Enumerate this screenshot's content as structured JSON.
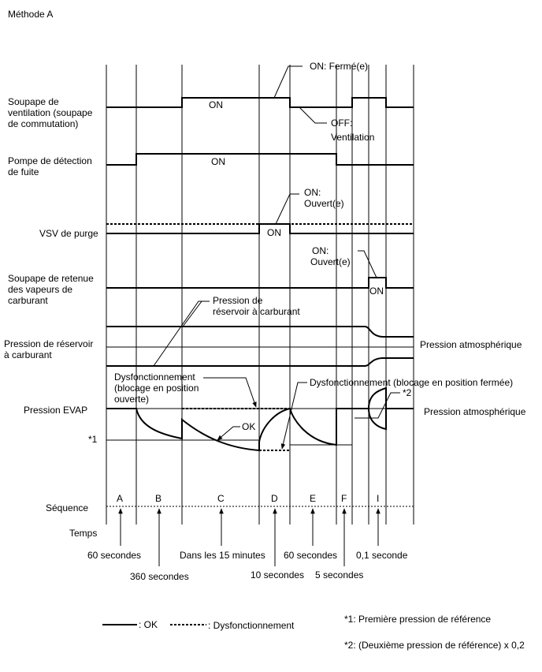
{
  "title": "Méthode A",
  "signals": {
    "vent_valve_label": [
      "Soupape de",
      "ventilation (soupape",
      "de commutation)"
    ],
    "leak_pump_label": [
      "Pompe de détection",
      "de fuite"
    ],
    "purge_vsv_label": "VSV de purge",
    "check_valve_label": [
      "Soupape de retenue",
      "des vapeurs  de",
      "carburant"
    ],
    "tank_pressure_label": [
      "Pression de réservoir",
      "à carburant"
    ],
    "evap_pressure_label": "Pression EVAP"
  },
  "callouts": {
    "on_closed": "ON: Fermé(e)",
    "on": "ON",
    "off_vent": [
      "OFF:",
      "Ventilation"
    ],
    "on_open": [
      "ON:",
      "Ouvert(e)"
    ],
    "tank_pressure_callout": [
      "Pression de",
      "réservoir à carburant"
    ],
    "atmospheric_pressure": "Pression atmosphérique",
    "malfunction_open": [
      "Dysfonctionnement",
      "(blocage en position",
      "ouverte)"
    ],
    "malfunction_closed": "Dysfonctionnement (blocage en position fermée)",
    "ok": "OK",
    "ref1": "*1",
    "ref2": "*2"
  },
  "sequence": {
    "label": "Séquence",
    "time_label": "Temps",
    "steps": [
      "A",
      "B",
      "C",
      "D",
      "E",
      "F",
      "I"
    ],
    "times": [
      "60 secondes",
      "360 secondes",
      "Dans les 15 minutes",
      "10 secondes",
      "60 secondes",
      "5 secondes",
      "0,1 seconde"
    ]
  },
  "legend": {
    "ok": ": OK",
    "malfunction": ": Dysfonctionnement",
    "note1": "*1: Première pression de référence",
    "note2": "*2: (Deuxième pression de référence)  x 0,2"
  }
}
